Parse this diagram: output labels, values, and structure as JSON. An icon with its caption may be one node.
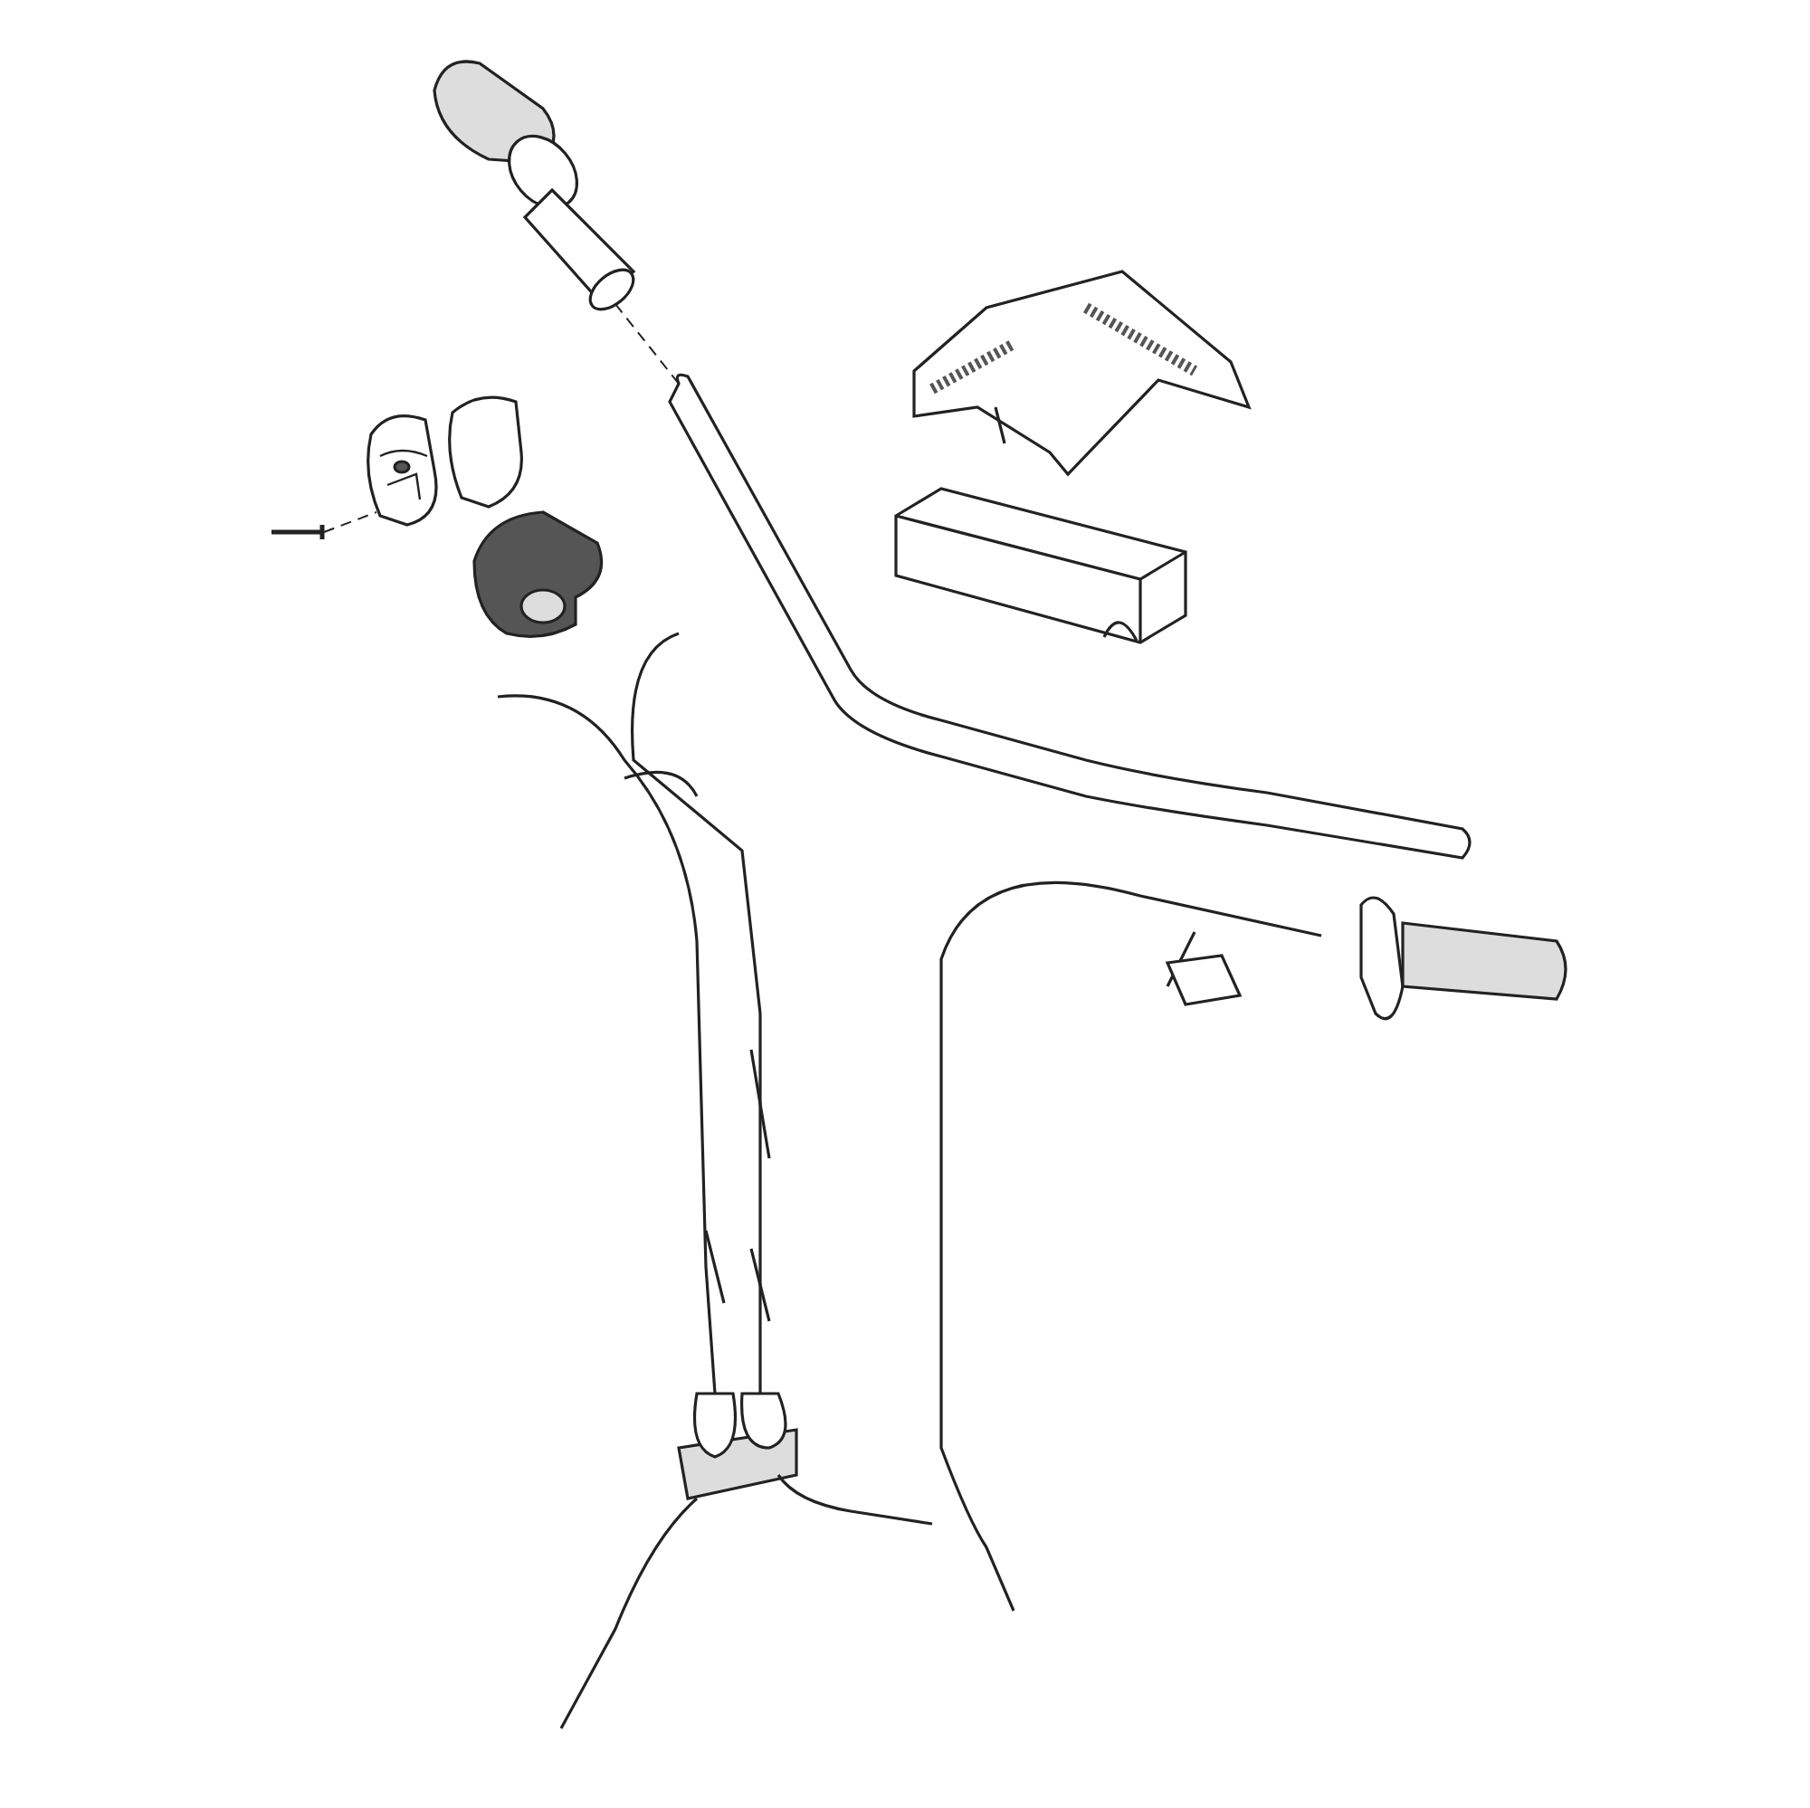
{
  "diagram": {
    "nodes": [
      {
        "text": [],
        "shape": "picture"
      },
      {
        "text": [],
        "shape": "picture"
      },
      {
        "text": [],
        "shape": "picture"
      },
      {
        "text": [],
        "shape": "picture"
      }
    ],
    "edges": [
      {
        "from": 1,
        "to": 0,
        "arrow": "none",
        "style": "dashed"
      },
      {
        "from": 2,
        "to": 3,
        "arrow": "none",
        "style": "dashed"
      }
    ]
  }
}
